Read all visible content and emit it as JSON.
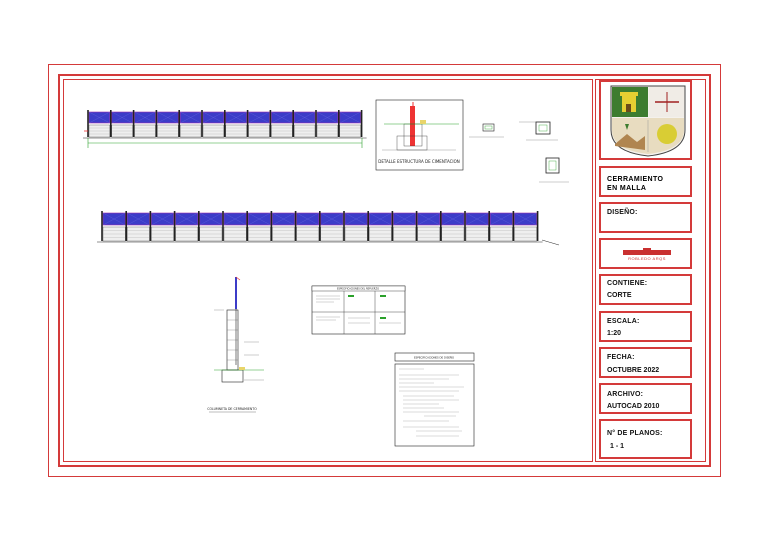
{
  "title_block": {
    "project_title": "CERRAMIENTO\nEN MALLA",
    "design_label": "DISEÑO:",
    "company_logo_text": "ROBLEDO ARQS",
    "contains_label": "CONTIENE:",
    "contains_value": "CORTE",
    "scale_label": "ESCALA:",
    "scale_value": "1:20",
    "date_label": "FECHA:",
    "date_value": "OCTUBRE 2022",
    "file_label": "ARCHIVO:",
    "file_value": "AUTOCAD 2010",
    "plan_label": "N° DE PLANOS:",
    "plan_value": "1 - 1"
  },
  "drawing": {
    "foundation_detail_title": "DETALLE ESTRUCTURA DE CIMENTACION",
    "section_title": "COLUMNETA DE CERRAMIENTO",
    "specs_title": "ESPECIFICACIONES DE DISEÑO"
  },
  "colors": {
    "frame": "#d43a3a",
    "mesh_fill": "#3c3cc8",
    "mesh_edge": "#9a2fb0",
    "ground": "#2aa12a"
  }
}
